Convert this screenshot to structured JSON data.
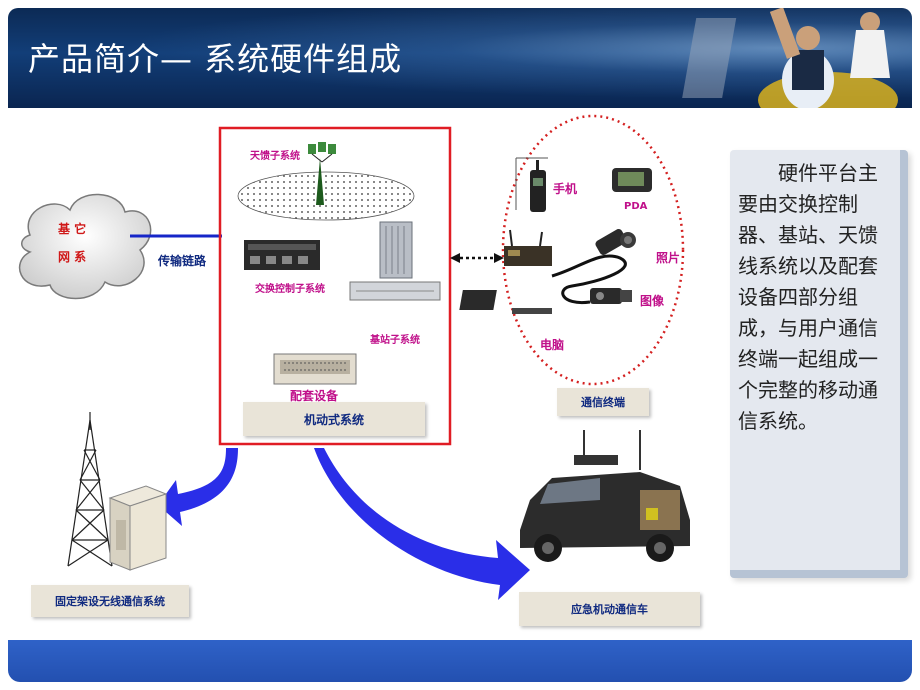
{
  "title": "产品简介— 系统硬件组成",
  "cloud": {
    "line1": "基  它",
    "line2": "网  系"
  },
  "labels": {
    "transmission_link": "传输链路",
    "antenna_subsystem": "天馈子系统",
    "switch_control_subsystem": "交换控制子系统",
    "base_station_subsystem": "基站子系统",
    "supporting_equipment": "配套设备",
    "mobile_system": "机动式系统",
    "phone": "手机",
    "pda": "PDA",
    "photo": "照片",
    "video": "图像",
    "computer": "电脑",
    "terminal": "通信终端",
    "fixed_system": "固定架设无线通信系统",
    "emergency_vehicle": "应急机动通信车"
  },
  "description": "硬件平台主要由交换控制器、基站、天馈线系统以及配套设备四部分组成，与用户通信终端一起组成一个完整的移动通信系统。",
  "colors": {
    "red_frame": "#e01c24",
    "blue_arrow": "#2a2ee8",
    "header": "#123e78",
    "footer": "#2a58bc",
    "pink_text": "#c0108a"
  },
  "icons": [
    "cloud-icon",
    "antenna-icon",
    "switch-icon",
    "base-station-icon",
    "supporting-equipment-icon",
    "mobile-phone-icon",
    "pda-icon",
    "camera-icon",
    "video-camera-icon",
    "laptop-icon",
    "radio-icon",
    "tower-icon",
    "server-cabinet-icon",
    "vehicle-icon"
  ]
}
